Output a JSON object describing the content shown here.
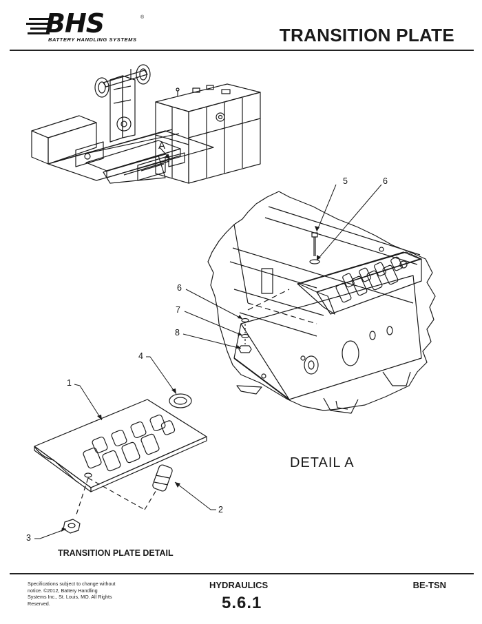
{
  "header": {
    "logo_text": "BHS",
    "logo_subtitle": "BATTERY HANDLING SYSTEMS",
    "logo_registered": "®",
    "title": "TRANSITION PLATE"
  },
  "drawing": {
    "detail_marker": "A",
    "detail_label": "DETAIL  A",
    "transition_plate_label": "TRANSITION PLATE DETAIL",
    "callouts": {
      "c1": "1",
      "c2": "2",
      "c3": "3",
      "c4": "4",
      "c5": "5",
      "c6a": "6",
      "c6b": "6",
      "c7": "7",
      "c8": "8"
    }
  },
  "footer": {
    "disclaimer": "Specifications subject to change without notice. ©2012, Battery Handling Systems Inc., St. Louis, MO. All Rights Reserved.",
    "section": "HYDRAULICS",
    "page_number": "5.6.1",
    "code": "BE-TSN"
  }
}
